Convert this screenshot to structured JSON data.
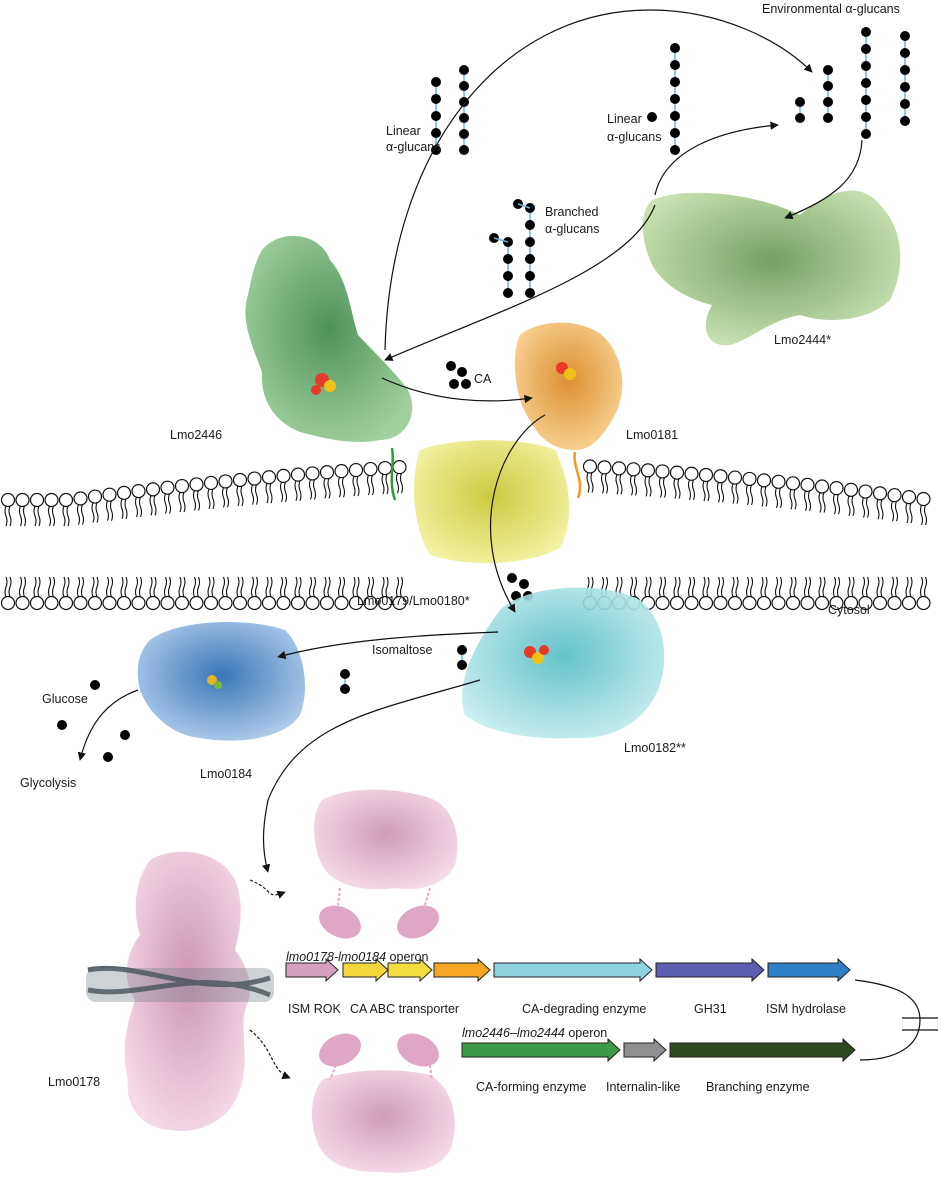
{
  "labels": {
    "env_glucans": "Environmental α-glucans",
    "linear_left": [
      "Linear",
      "α-glucans"
    ],
    "linear_mid": [
      "Linear",
      "α-glucans"
    ],
    "branched": [
      "Branched",
      "α-glucans"
    ],
    "ca": "CA",
    "isomaltose": "Isomaltose",
    "glucose": "Glucose",
    "glycolysis": "Glycolysis",
    "cytosol": "Cytosol"
  },
  "proteins": {
    "lmo2446": "Lmo2446",
    "lmo2444": "Lmo2444*",
    "lmo0181": "Lmo0181",
    "lmo0179": "Lmo0179/Lmo0180*",
    "lmo0182": "Lmo0182**",
    "lmo0184": "Lmo0184",
    "lmo0178": "Lmo0178"
  },
  "operon1": {
    "title_italic": "lmo0178-lmo0184",
    "title_suffix": " operon",
    "genes": [
      {
        "label": "ISM ROK",
        "color": "#d6a1c0"
      },
      {
        "label": "CA ABC transporter",
        "color": "#f2d63b",
        "extra": "#f4dd3e"
      },
      {
        "label": "",
        "color": "#f5a623"
      },
      {
        "label": "CA-degrading enzyme",
        "color": "#8ed3de"
      },
      {
        "label": "GH31",
        "color": "#5c5fb0"
      },
      {
        "label": "ISM hydrolase",
        "color": "#2f7fc4"
      }
    ]
  },
  "operon2": {
    "title_italic": "lmo2446–lmo2444",
    "title_suffix": " operon",
    "genes": [
      {
        "label": "CA-forming enzyme",
        "color": "#3d9a48"
      },
      {
        "label": "Internalin-like",
        "color": "#8f8f8f"
      },
      {
        "label": "Branching enzyme",
        "color": "#2e4a22"
      }
    ]
  },
  "colors": {
    "lmo2446": "#3e9b4c",
    "lmo2444": "#7fb563",
    "lmo0181": "#ef9a25",
    "lmo0179": "#dada3a",
    "lmo0182": "#6fd0d4",
    "lmo0184": "#3e86cf",
    "lmo0178": "#e3a9c9",
    "membrane": "#000000"
  }
}
